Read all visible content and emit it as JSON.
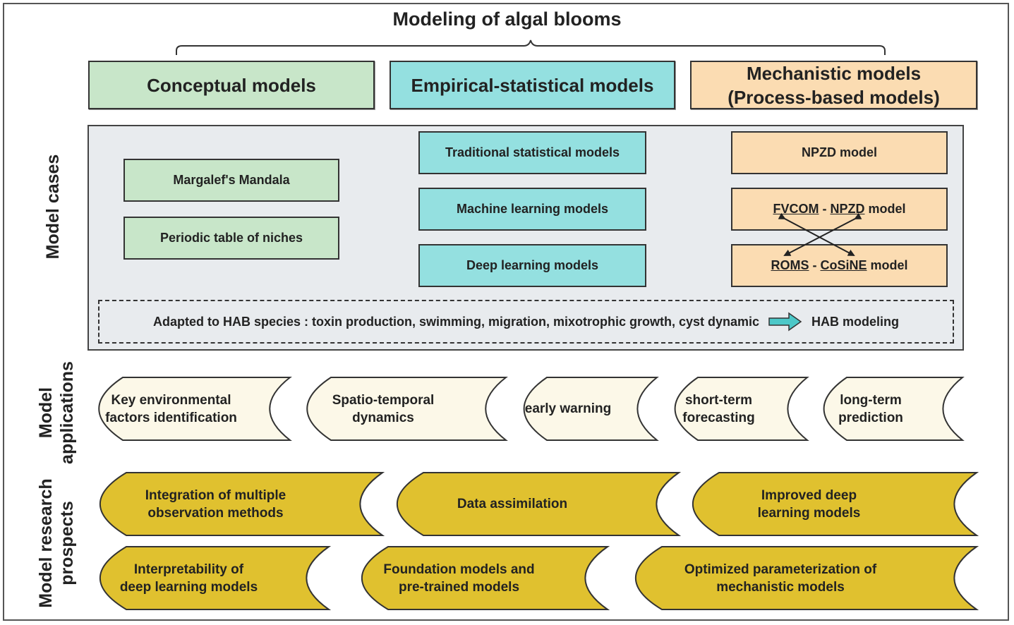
{
  "title": "Modeling of algal blooms",
  "categories": [
    {
      "label": "Conceptual models",
      "color": "#c8e6c9"
    },
    {
      "label": "Empirical-statistical models",
      "color": "#94e0e0"
    },
    {
      "label": "Mechanistic models\n(Process-based models)",
      "label_line1": "Mechanistic models",
      "label_line2": "(Process-based models)",
      "color": "#fbdcb2"
    }
  ],
  "row_labels": {
    "model_cases": "Model cases",
    "model_applications_line1": "Model",
    "model_applications_line2": "applications",
    "model_prospects_line1": "Model research",
    "model_prospects_line2": "prospects"
  },
  "model_cases": {
    "conceptual": [
      "Margalef's Mandala",
      "Periodic table of niches"
    ],
    "empirical": [
      "Traditional statistical models",
      "Machine learning models",
      "Deep learning models"
    ],
    "mechanistic": {
      "npzd": "NPZD model",
      "fvcom": {
        "part1": "FVCOM",
        "sep": " - ",
        "part2": "NPZD",
        "suffix": " model"
      },
      "roms": {
        "part1": "ROMS",
        "sep": " - ",
        "part2": "CoSiNE",
        "suffix": " model"
      }
    },
    "hab_note": {
      "text": "Adapted to HAB species : toxin production, swimming, migration, mixotrophic growth, cyst dynamic",
      "arrow_icon": "right-arrow-icon",
      "result": "HAB modeling"
    }
  },
  "applications": [
    "Key environmental\nfactors identification",
    "Spatio-temporal\ndynamics",
    "early warning",
    "short-term\nforecasting",
    "long-term\nprediction"
  ],
  "prospects": [
    "Integration of multiple\nobservation methods",
    "Data assimilation",
    "Improved deep\nlearning models",
    "Interpretability of\ndeep learning models",
    "Foundation models and\npre-trained models",
    "Optimized parameterization of\nmechanistic models"
  ],
  "colors": {
    "application_fill": "#fcf8e8",
    "prospect_fill": "#e0c12f",
    "arrow_fill": "#4cc8c8",
    "panel_bg": "#e8ebee"
  }
}
